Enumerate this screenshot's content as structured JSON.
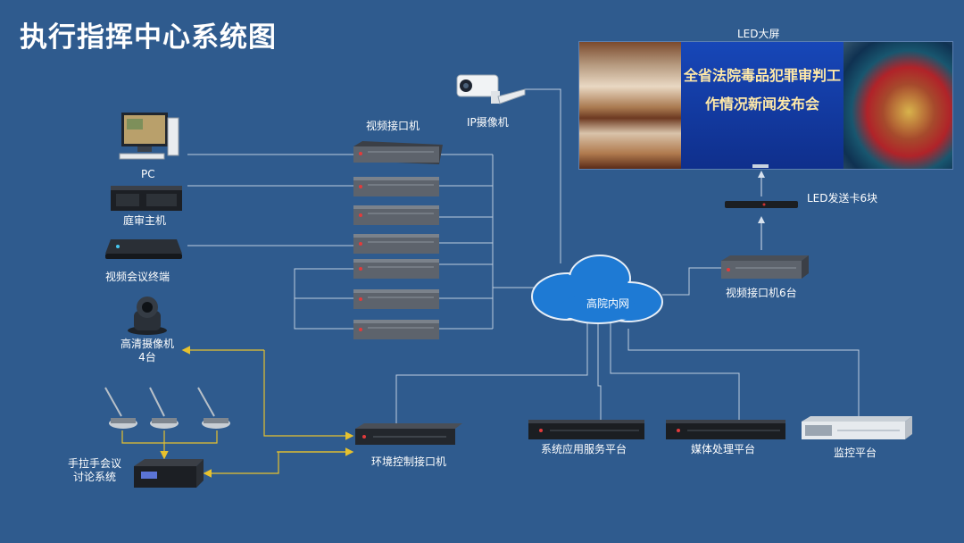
{
  "title": "执行指挥中心系统图",
  "led_screen": {
    "label": "LED大屏",
    "screen_text": "全省法院毒品犯罪审判工作情况新闻发布会"
  },
  "ip_camera": {
    "label": "IP摄像机"
  },
  "video_interface_group": {
    "label": "视频接口机"
  },
  "left_devices": {
    "pc": "PC",
    "court_host": "庭审主机",
    "video_conf_terminal": "视频会议终端",
    "hd_camera_line1": "高清摄像机",
    "hd_camera_line2": "4台"
  },
  "discussion_system": {
    "line1": "手拉手会议",
    "line2": "讨论系统"
  },
  "env_control": {
    "label": "环境控制接口机"
  },
  "network": {
    "label": "高院内网"
  },
  "led_sender": {
    "label": "LED发送卡6块"
  },
  "video_interface_6": {
    "label": "视频接口机6台"
  },
  "platforms": {
    "app_server": "系统应用服务平台",
    "media": "媒体处理平台",
    "monitor": "监控平台"
  },
  "colors": {
    "background": "#2f5b8e",
    "wire": "#d8e2ee",
    "control_wire": "#e6c12e",
    "cloud": "#1e7ad4",
    "cloud_light": "#2f95ec"
  }
}
